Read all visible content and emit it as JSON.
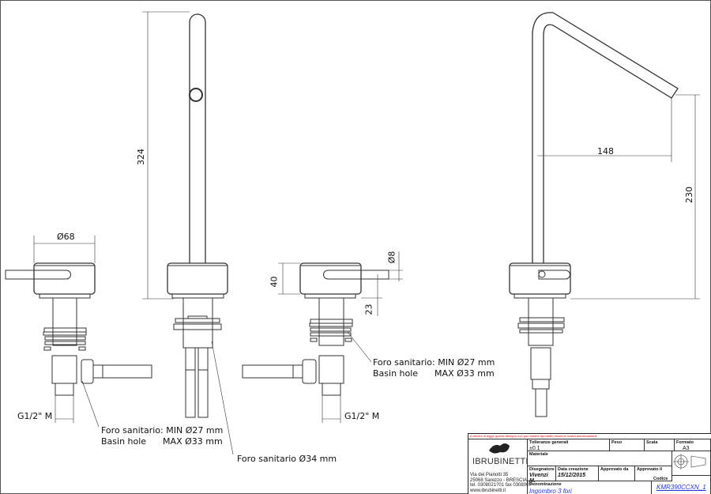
{
  "drawing": {
    "dimensions": {
      "spout_height": "324",
      "handle_diameter": "Ø68",
      "handle_height": "40",
      "lever_diameter": "Ø8",
      "lever_offset": "23",
      "spout_reach": "148",
      "spout_outlet_height": "230"
    },
    "thread_left": "G1/2\" M",
    "thread_right": "G1/2\" M",
    "hole_note_left": {
      "line1": "Foro sanitario: MIN Ø27 mm",
      "line2": "Basin hole      MAX Ø33 mm"
    },
    "hole_note_right": {
      "line1": "Foro sanitario: MIN Ø27 mm",
      "line2": "Basin hole      MAX Ø33 mm"
    },
    "hole_note_center": "Foro sanitario Ø34 mm"
  },
  "title_block": {
    "warning": "A termini di legge questo disegno non può essere riprodotto senza la nostra autorizzazione",
    "logo": "IBRUBINETTI",
    "address": [
      "Via dei Pianotti 35",
      "25068 Sarezzo - BRESCIA",
      "tel. 0308021?01 fax 030800?",
      "www.ibrubinetti.it"
    ],
    "tolleranze_label": "Tolleranze generali",
    "tolleranze_value": "±0.1",
    "peso_label": "Peso",
    "scala_label": "Scala",
    "formato_label": "Formato",
    "formato_value": "A3",
    "materiale_label": "Materiale",
    "disegnatore_label": "Disegnatore",
    "disegnatore_value": "Vivenzi M.",
    "data_label": "Data creazione",
    "data_value": "15/12/2015",
    "approvato_da_label": "Approvato da",
    "approvato_il_label": "Approvato il",
    "denominazione_label": "Denominazione",
    "denominazione_value": "Ingombro 3 fori",
    "codice_label": "Codice",
    "codice_value": "KMR390CCXN_1"
  }
}
